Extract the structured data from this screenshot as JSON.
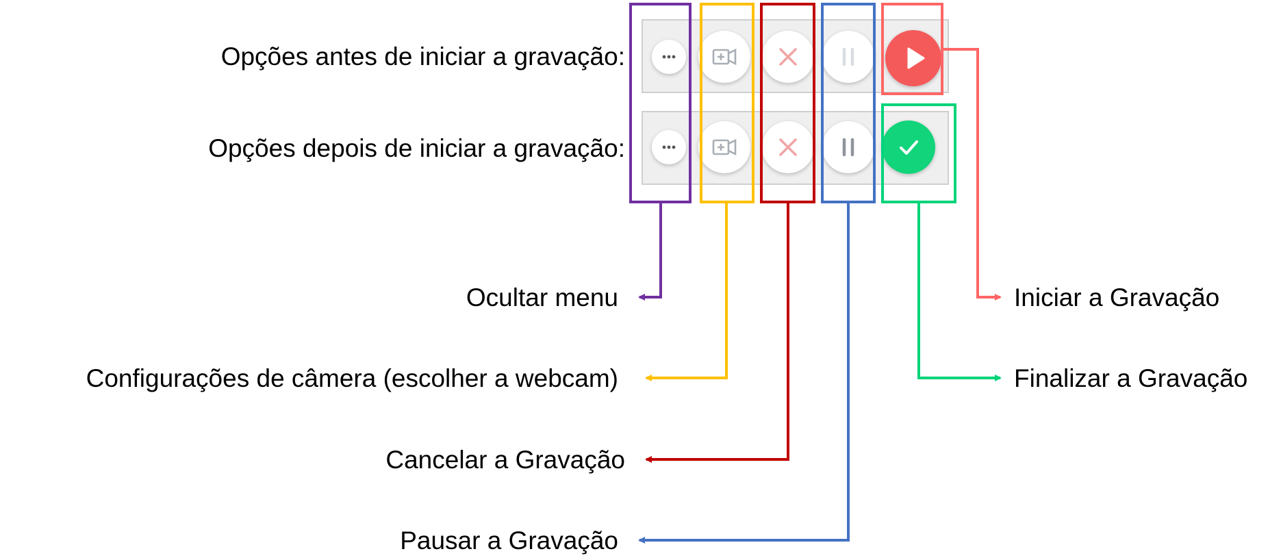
{
  "rows": {
    "before_label": "Opções antes de iniciar a gravação:",
    "after_label": "Opções depois de iniciar a gravação:"
  },
  "callouts": {
    "hide_menu": "Ocultar menu",
    "camera_settings": "Configurações de câmera (escolher a webcam)",
    "cancel": "Cancelar a Gravação",
    "pause": "Pausar a Gravação",
    "start": "Iniciar a Gravação",
    "finish": "Finalizar a Gravação"
  },
  "icons": {
    "more": "more-dots-icon",
    "camera": "camera-settings-icon",
    "cancel": "close-icon",
    "pause": "pause-icon",
    "play": "play-icon",
    "check": "check-icon"
  },
  "colors": {
    "hide_menu": "#7030a0",
    "camera_settings": "#ffc000",
    "cancel": "#c00000",
    "pause": "#4472c4",
    "start": "#ff6666",
    "finish": "#00d47a",
    "play_button": "#f55a5a",
    "check_button": "#12d47a"
  },
  "states": {
    "pause_enabled_before": false,
    "pause_enabled_after": true
  }
}
